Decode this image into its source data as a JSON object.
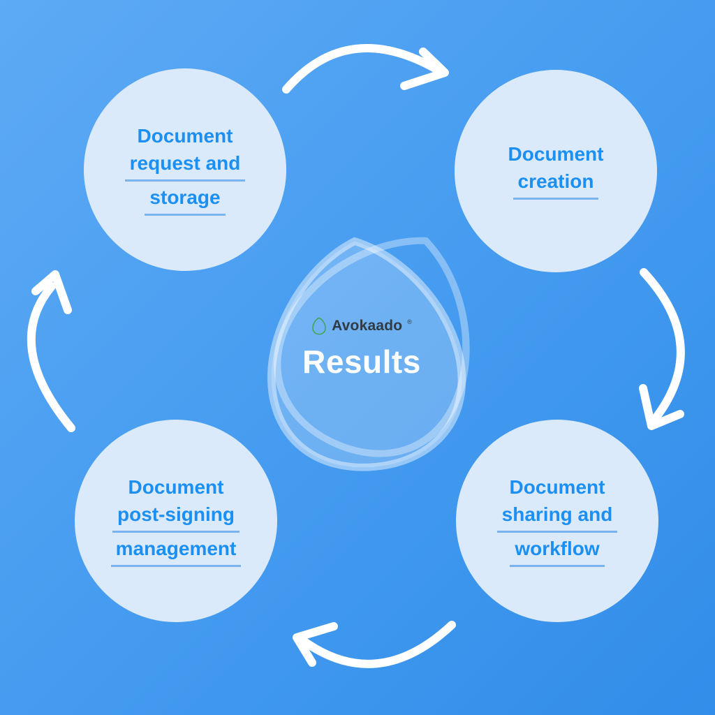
{
  "canvas": {
    "background_gradient_start": "#5DAAF5",
    "background_gradient_end": "#318DE9"
  },
  "center": {
    "logo": {
      "brand": "Avokaado",
      "registered_mark": "®",
      "icon": "avocado-outline-icon",
      "icon_color": "#3BA44B",
      "text_color": "#2F3B45"
    },
    "title": "Results",
    "title_color": "#FFFFFF"
  },
  "nodes": [
    {
      "id": "document-request-and-storage",
      "position": "top-left",
      "lines": [
        {
          "text": "Document",
          "underline": false
        },
        {
          "text": "request and",
          "underline": true
        },
        {
          "text": "storage",
          "underline": true
        }
      ]
    },
    {
      "id": "document-creation",
      "position": "top-right",
      "lines": [
        {
          "text": "Document",
          "underline": false
        },
        {
          "text": "creation",
          "underline": true
        }
      ]
    },
    {
      "id": "document-sharing-and-workflow",
      "position": "bottom-right",
      "lines": [
        {
          "text": "Document",
          "underline": false
        },
        {
          "text": "sharing and",
          "underline": true
        },
        {
          "text": "workflow",
          "underline": true
        }
      ]
    },
    {
      "id": "document-post-signing-management",
      "position": "bottom-left",
      "lines": [
        {
          "text": "Document",
          "underline": false
        },
        {
          "text": "post-signing",
          "underline": true
        },
        {
          "text": "management",
          "underline": true
        }
      ]
    }
  ],
  "style": {
    "node_fill": "#DBEAFA",
    "node_text_color": "#1B8FF2",
    "underline_color": "#79B4EE",
    "arrow_color": "#FFFFFF",
    "center_shape_color": "rgba(255,255,255,0.35)"
  },
  "arrows": [
    {
      "name": "arrow-top",
      "direction": "clockwise"
    },
    {
      "name": "arrow-right",
      "direction": "clockwise"
    },
    {
      "name": "arrow-bottom",
      "direction": "clockwise"
    },
    {
      "name": "arrow-left",
      "direction": "clockwise"
    }
  ]
}
